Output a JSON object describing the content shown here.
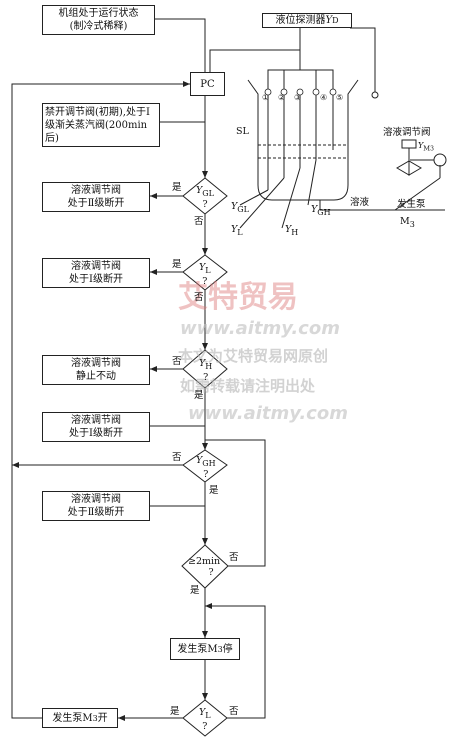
{
  "boxes": {
    "start": "机组处于运行状态\n(制冷式稀释)",
    "detector": "液位探测器",
    "detector_sub": "D",
    "pc": "PC",
    "init": "禁开调节阀(初期),处于Ⅰ级渐关蒸汽阀(200min后)",
    "act1": "溶液调节阀\n处于Ⅱ级断开",
    "act2": "溶液调节阀\n处于Ⅰ级断开",
    "act3": "溶液调节阀\n静止不动",
    "act4": "溶液调节阀\n处于Ⅰ级断开",
    "act5": "溶液调节阀\n处于Ⅱ级断开",
    "pump_stop": "发生泵M",
    "pump_stop_sub": "3",
    "pump_stop_tail": "停",
    "pump_start": "发生泵M",
    "pump_start_sub": "3",
    "pump_start_tail": "开"
  },
  "decisions": {
    "d1": {
      "sym": "Y",
      "sub": "GL",
      "q": "?"
    },
    "d2": {
      "sym": "Y",
      "sub": "L",
      "q": "?"
    },
    "d3": {
      "sym": "Y",
      "sub": "H",
      "q": "?"
    },
    "d4": {
      "sym": "Y",
      "sub": "GH",
      "q": "?"
    },
    "d5": {
      "sym": "≥2min",
      "sub": "",
      "q": "?"
    },
    "d6": {
      "sym": "Y",
      "sub": "L",
      "q": "?"
    }
  },
  "yes_no": {
    "yes": "是",
    "no": "否"
  },
  "tank": {
    "probes": [
      "①",
      "②",
      "③",
      "④",
      "⑤"
    ],
    "sl": "SL",
    "valve_label": "溶液调节阀",
    "valve_sym": "Y",
    "valve_sub": "M",
    "valve_sub2": "3",
    "solution": "溶液",
    "pump": "发生泵",
    "pump_code": "M",
    "pump_code_sub": "3",
    "levels": [
      {
        "sym": "Y",
        "sub": "GL"
      },
      {
        "sym": "Y",
        "sub": "L"
      },
      {
        "sym": "Y",
        "sub": "H"
      },
      {
        "sym": "Y",
        "sub": "GH"
      }
    ]
  },
  "watermark": {
    "brand": "艾特贸易",
    "url": "www.aitmy.com",
    "line1": "本文为艾特贸易网原创",
    "line2": "如需转载请注明出处",
    "url2": "www.aitmy.com"
  }
}
